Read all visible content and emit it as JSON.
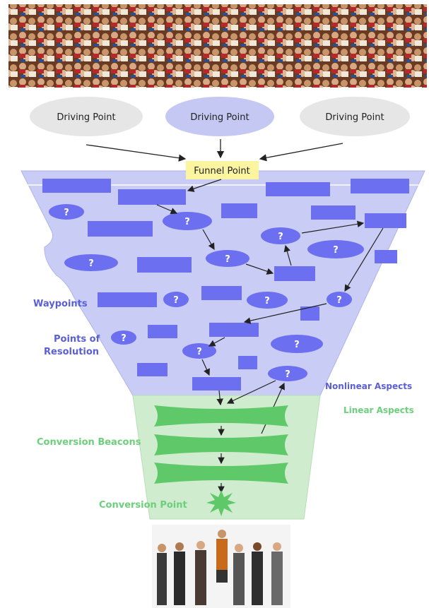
{
  "driving_points": [
    "Driving Point",
    "Driving Point",
    "Driving Point"
  ],
  "funnel_point": "Funnel Point",
  "question_mark": "?",
  "labels": {
    "waypoints": "Waypoints",
    "points_of_resolution_1": "Points of",
    "points_of_resolution_2": "Resolution",
    "nonlinear_aspects": "Nonlinear Aspects",
    "linear_aspects": "Linear Aspects",
    "conversion_beacons": "Conversion Beacons",
    "conversion_point": "Conversion Point"
  },
  "colors": {
    "funnel_blue": "#c9ccf5",
    "shape_blue": "#6b6ff0",
    "driving_grey": "#e6e6e6",
    "driving_blue": "#c5c8f2",
    "funnel_point_fill": "#fbf5a0",
    "green_area": "#cfeccf",
    "beacon_green": "#5fc96a",
    "label_blue": "#5a5fd6",
    "label_green": "#6ccf7c",
    "crowd_a": "#8a4a2a",
    "crowd_b": "#c49a6c"
  }
}
